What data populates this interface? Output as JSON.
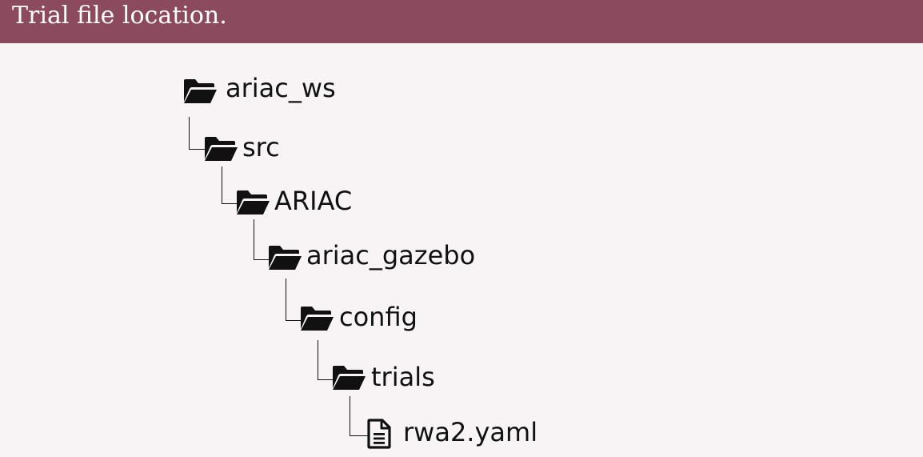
{
  "header": {
    "title": "Trial file location."
  },
  "colors": {
    "header_background": "#8c4a5f",
    "panel_background": "#f8f4f5",
    "title_text": "#ffffff",
    "tree_ink": "#111111"
  },
  "tree": {
    "nodes": [
      {
        "label": "ariac_ws",
        "icon": "folder-open-icon",
        "depth": 0
      },
      {
        "label": "src",
        "icon": "folder-open-icon",
        "depth": 1
      },
      {
        "label": "ARIAC",
        "icon": "folder-open-icon",
        "depth": 2
      },
      {
        "label": "ariac_gazebo",
        "icon": "folder-open-icon",
        "depth": 3
      },
      {
        "label": "config",
        "icon": "folder-open-icon",
        "depth": 4
      },
      {
        "label": "trials",
        "icon": "folder-open-icon",
        "depth": 5
      },
      {
        "label": "rwa2.yaml",
        "icon": "file-text-icon",
        "depth": 6
      }
    ]
  }
}
